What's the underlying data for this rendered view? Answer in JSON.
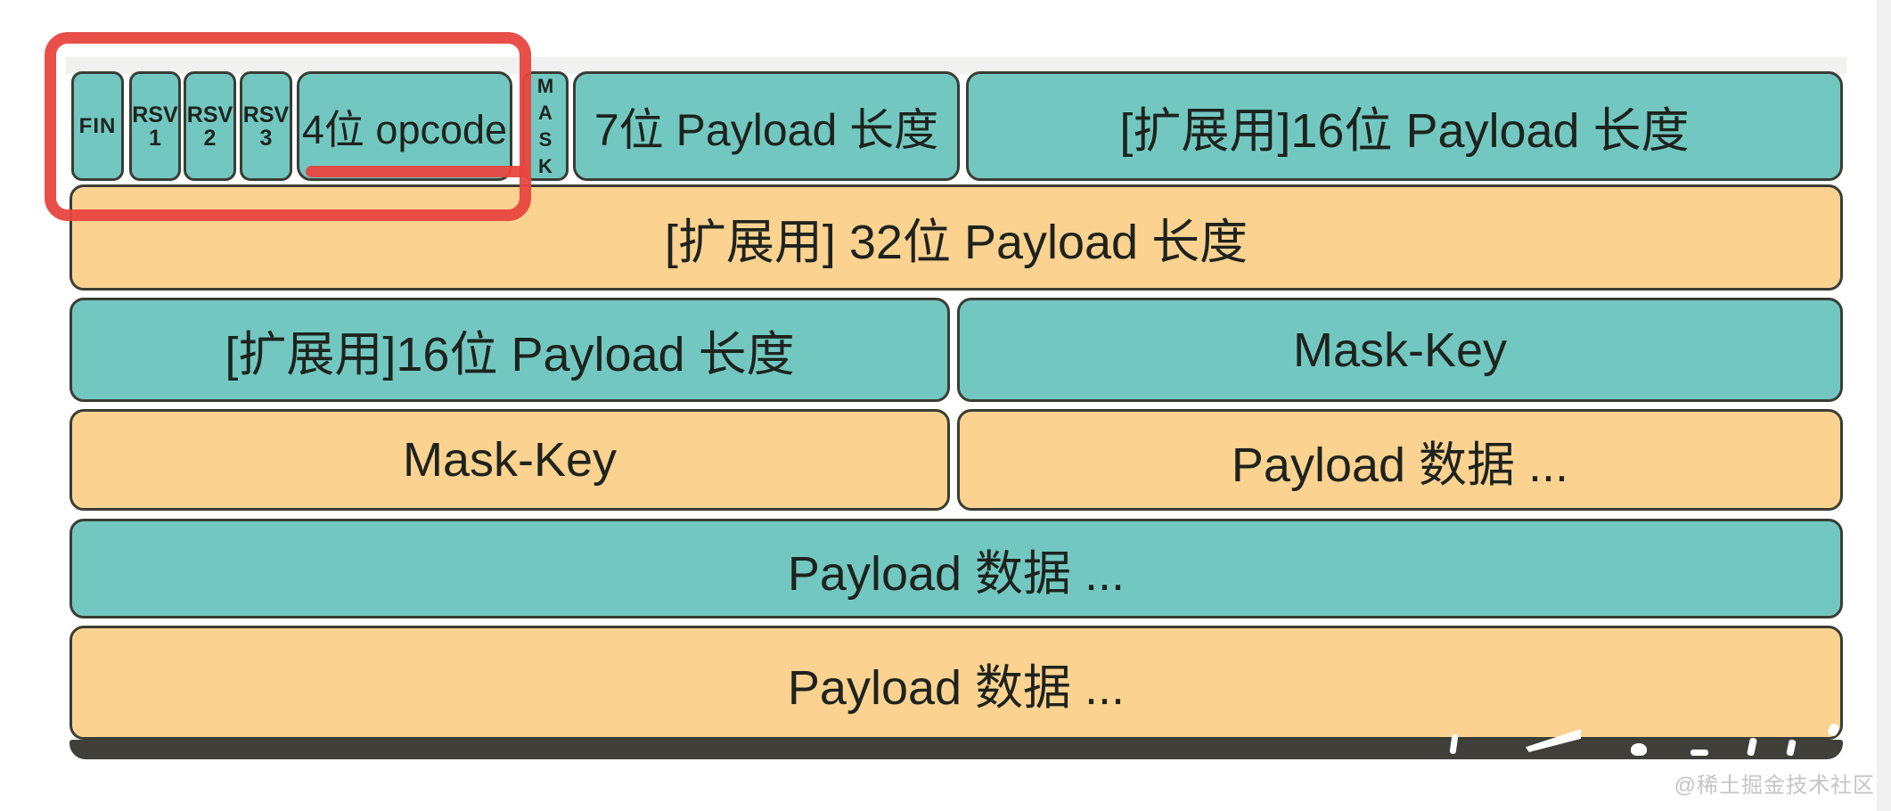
{
  "frame": {
    "row1": {
      "fin": "FIN",
      "rsv": [
        {
          "t": "RSV",
          "n": "1"
        },
        {
          "t": "RSV",
          "n": "2"
        },
        {
          "t": "RSV",
          "n": "3"
        }
      ],
      "opcode": "4位 opcode",
      "mask": [
        "M",
        "A",
        "S",
        "K"
      ],
      "len7": "7位 Payload 长度",
      "ext16": "[扩展用]16位 Payload 长度"
    },
    "row2": {
      "label": "[扩展用] 32位 Payload 长度"
    },
    "row3": {
      "left": "[扩展用]16位 Payload 长度",
      "right": "Mask-Key"
    },
    "row4": {
      "left": "Mask-Key",
      "right": "Payload 数据 ..."
    },
    "row5": {
      "label": "Payload 数据 ..."
    },
    "row6": {
      "label": "Payload 数据 ..."
    }
  },
  "watermark": {
    "credit": "@稀土掘金技术社区"
  },
  "colors": {
    "teal": "#72c8c0",
    "orange": "#fbd28f",
    "border": "#3a3d34",
    "text": "#1e231e",
    "red": "#e8463f",
    "dark_band": "#403f39",
    "gray_strip": "#f1f1ef",
    "watermark": "#c5c5c5"
  }
}
